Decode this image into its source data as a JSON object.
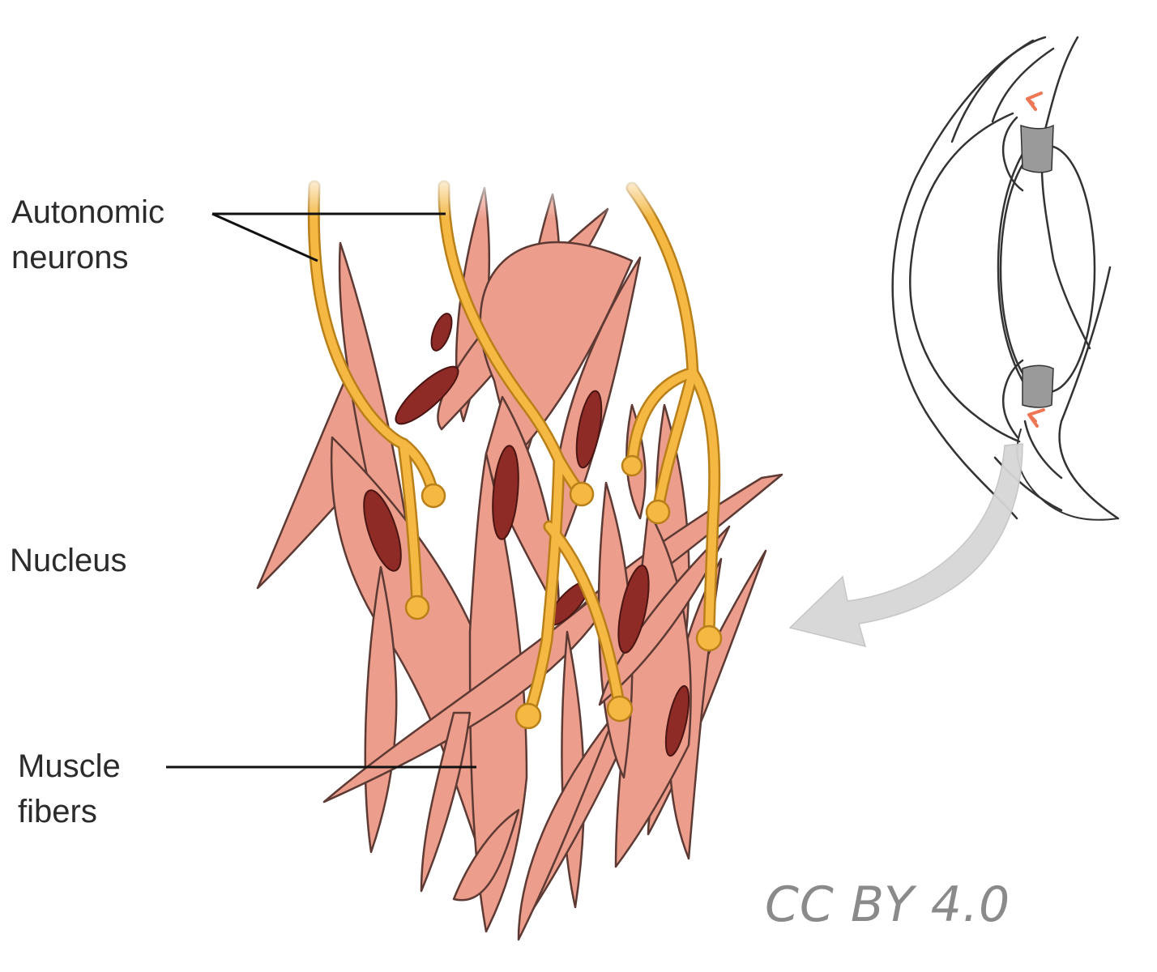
{
  "labels": {
    "autonomic_neurons": [
      "Autonomic",
      "neurons"
    ],
    "nucleus": "Nucleus",
    "muscle_fibers": [
      "Muscle",
      "fibers"
    ]
  },
  "credit": "CC BY 4.0",
  "colors": {
    "fiber_fill": "#ec9d8c",
    "fiber_stroke": "#5d3a33",
    "nucleus_fill": "#8e2b26",
    "nerve_fill": "#f4b843",
    "nerve_stroke": "#b97f19",
    "leader_line": "#111111",
    "eye_line": "#333333",
    "eye_accent": "#ee7756",
    "arrow_fill": "#d6d6d6",
    "credit_text": "#8a8a8a"
  },
  "icons": [
    "smooth-muscle-fiber-bundle",
    "eye-cross-section",
    "curved-arrow"
  ]
}
